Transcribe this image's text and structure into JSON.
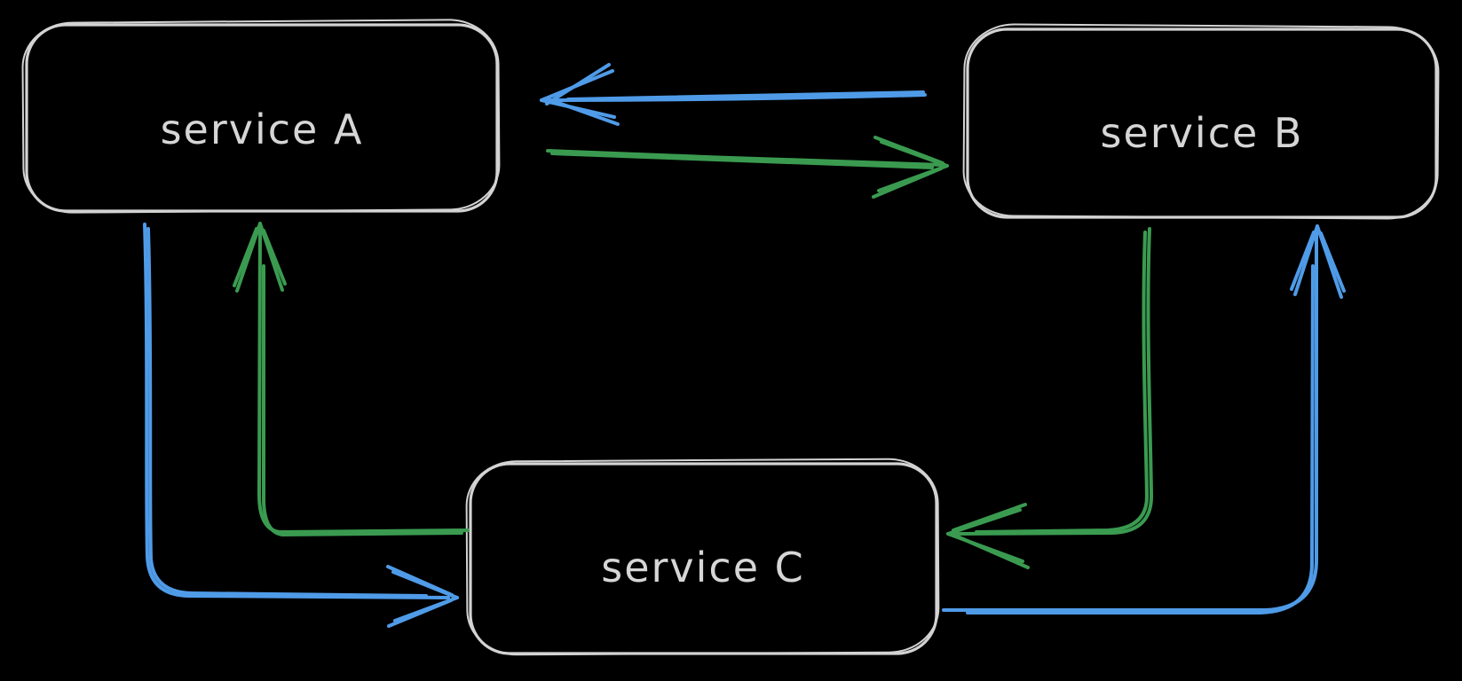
{
  "diagram": {
    "type": "hand-drawn-flow-diagram",
    "nodes": [
      {
        "id": "service-a",
        "label": "service A"
      },
      {
        "id": "service-b",
        "label": "service B"
      },
      {
        "id": "service-c",
        "label": "service C"
      }
    ],
    "edges": [
      {
        "from": "service-b",
        "to": "service-a",
        "color": "blue"
      },
      {
        "from": "service-a",
        "to": "service-b",
        "color": "green"
      },
      {
        "from": "service-a",
        "to": "service-c",
        "color": "blue"
      },
      {
        "from": "service-c",
        "to": "service-a",
        "color": "green"
      },
      {
        "from": "service-b",
        "to": "service-c",
        "color": "green"
      },
      {
        "from": "service-c",
        "to": "service-b",
        "color": "blue"
      }
    ],
    "colors": {
      "blue": "#4f9be8",
      "green": "#3a9b50",
      "box_stroke": "#d3d3d3",
      "label": "#d6d6d6",
      "background": "#000000"
    }
  }
}
